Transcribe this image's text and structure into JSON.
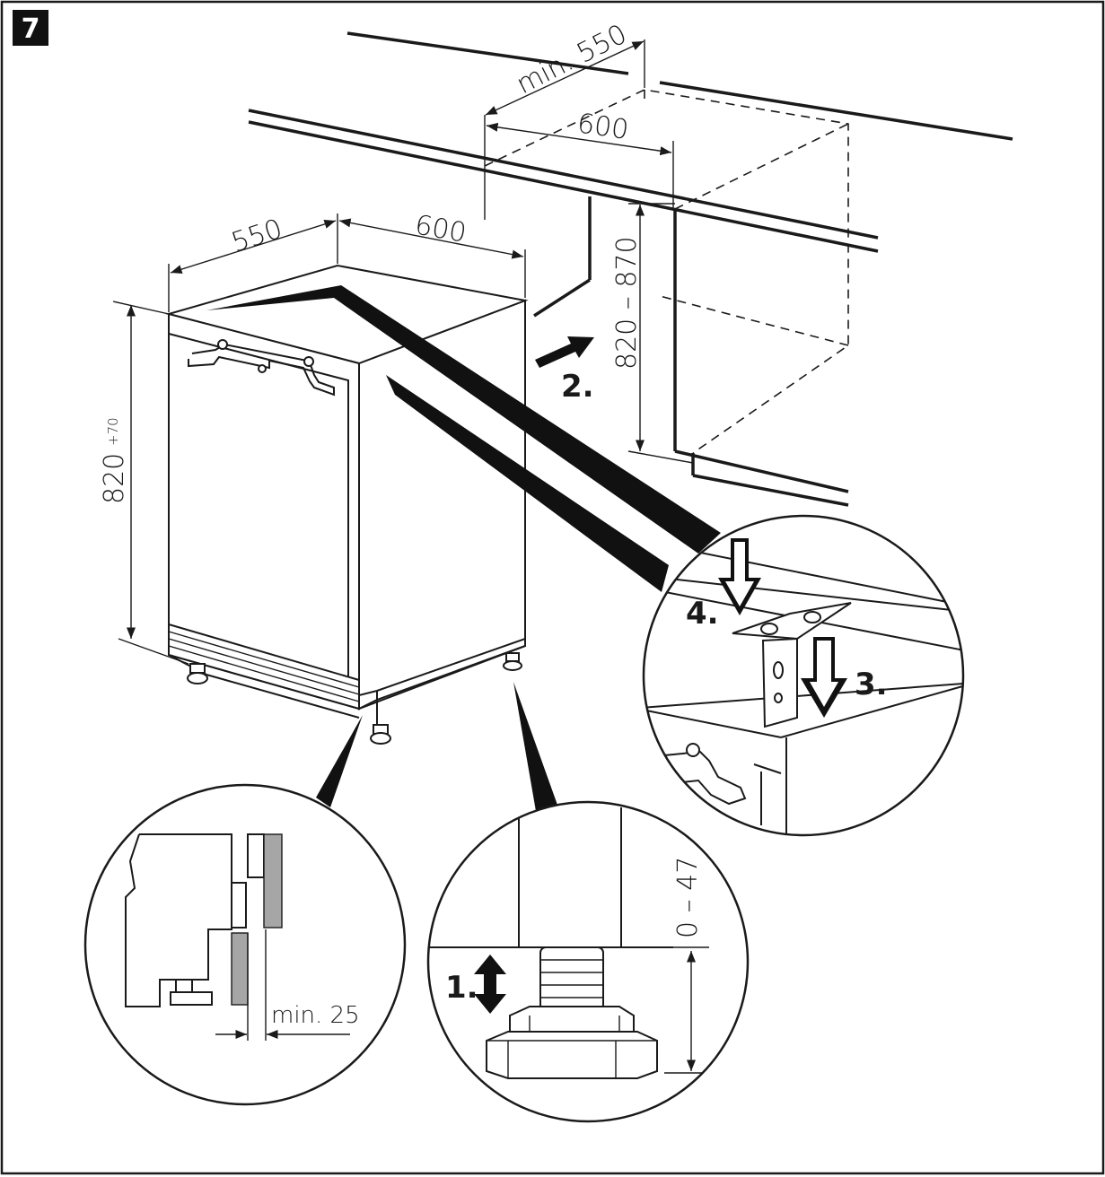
{
  "figure": {
    "number": "7"
  },
  "dimensions": {
    "cabinet_depth": "min. 550",
    "cabinet_width": "600",
    "cabinet_height": "820 – 870",
    "appliance_depth": "550",
    "appliance_width": "600",
    "appliance_height": "820",
    "appliance_height_sup": "+70",
    "plinth_clearance": "min. 25",
    "foot_adjust": "0 – 47"
  },
  "steps": {
    "s1": "1.",
    "s2": "2.",
    "s3": "3.",
    "s4": "4."
  }
}
